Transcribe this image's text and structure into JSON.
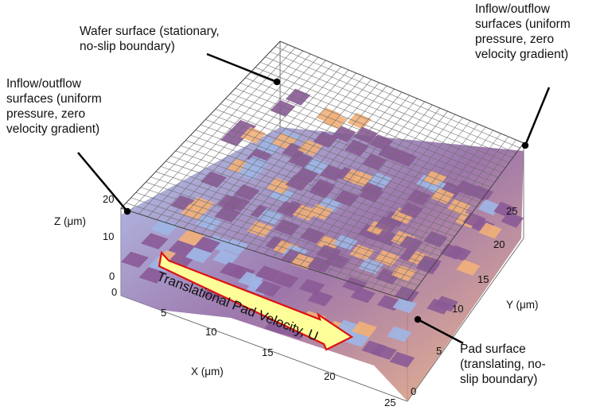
{
  "callouts": {
    "wafer": "Wafer surface (stationary,\nno-slip boundary)",
    "inflow_left": "Inflow/outflow\nsurfaces (uniform\npressure, zero\nvelocity gradient)",
    "inflow_right": "Inflow/outflow\nsurfaces (uniform\npressure, zero\nvelocity gradient)",
    "pad": "Pad surface\n(translating, no-\nslip boundary)"
  },
  "arrow_label": "Translational Pad Velocity, U",
  "axes": {
    "z": {
      "label": "Z (μm)",
      "ticks": [
        "0",
        "10",
        "20"
      ]
    },
    "x": {
      "label": "X (μm)",
      "ticks": [
        "0",
        "5",
        "10",
        "15",
        "20",
        "25"
      ]
    },
    "y": {
      "label": "Y (μm)",
      "ticks": [
        "0",
        "5",
        "10",
        "15",
        "20",
        "25"
      ]
    }
  },
  "colors": {
    "pad_light": "#9fb6e6",
    "pad_purple": "#8a5a96",
    "pad_orange": "#f2b079",
    "mesh": "#6f6f6f",
    "arrow_fill": "#ffff99",
    "arrow_outline": "#dd1111"
  }
}
